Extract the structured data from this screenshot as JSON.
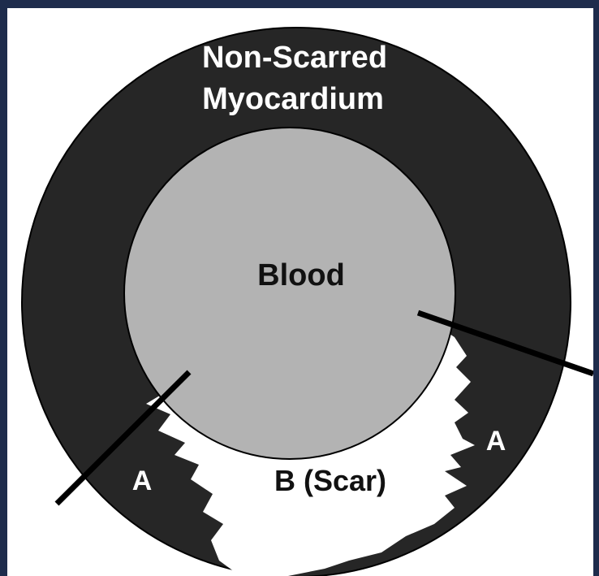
{
  "labels": {
    "myocardium_line1": "Non-Scarred",
    "myocardium_line2": "Myocardium",
    "blood": "Blood",
    "scar": "B (Scar)",
    "region_a_left": "A",
    "region_a_right": "A"
  },
  "colors": {
    "frame": "#1e2c4c",
    "background": "#ffffff",
    "myocardium": "#262626",
    "blood": "#b3b3b3",
    "scar": "#ffffff",
    "lines": "#000000"
  }
}
